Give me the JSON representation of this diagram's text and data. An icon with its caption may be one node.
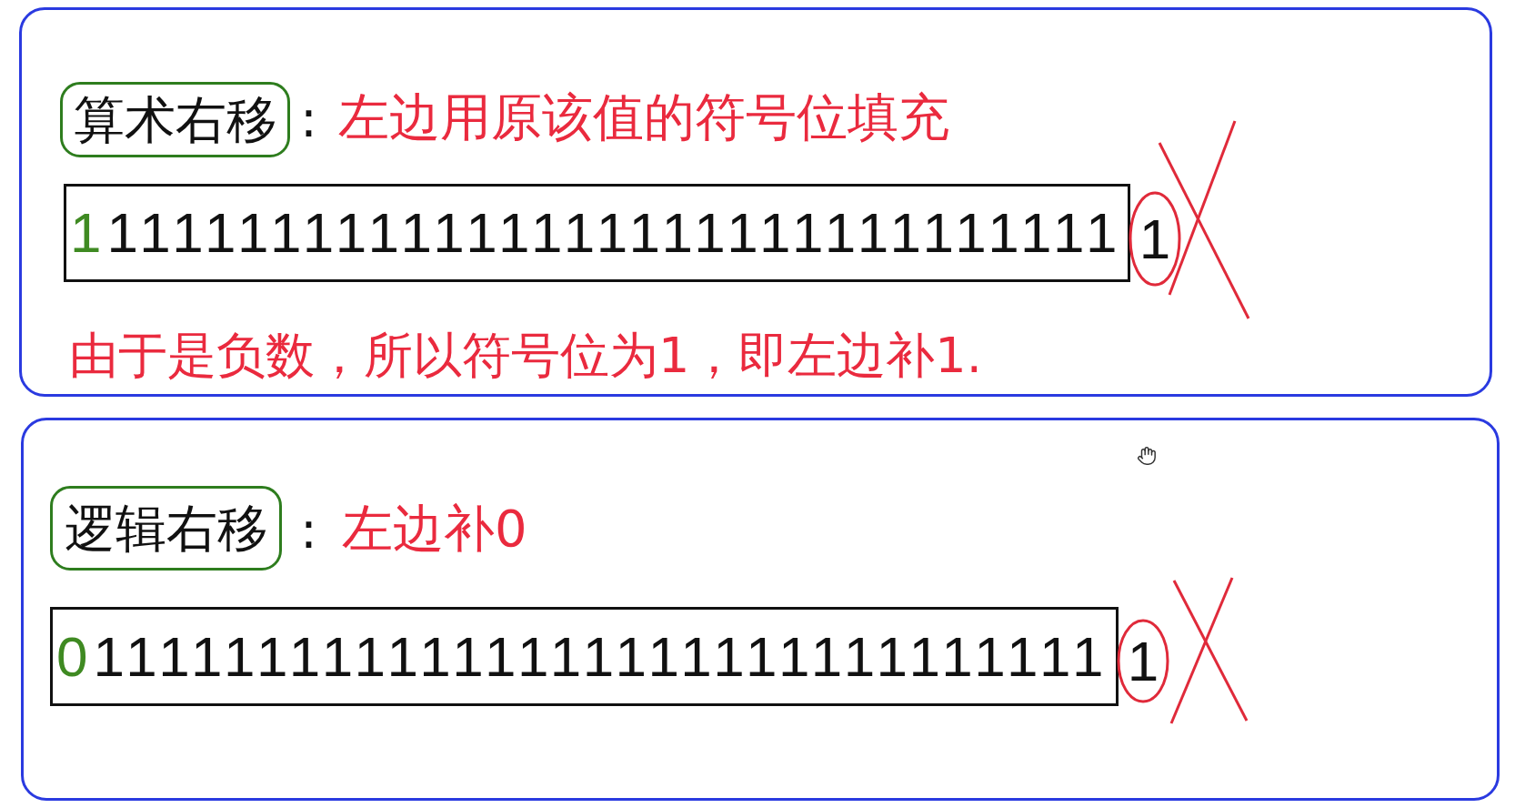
{
  "diagram": {
    "nodes": [
      {
        "text": [],
        "shape": "box"
      },
      {
        "text": [
          "算术右移"
        ],
        "in": 0
      },
      {
        "text": [
          "1",
          "1111111111111111111111111111111"
        ],
        "in": 0
      },
      {
        "text": [
          "1"
        ],
        "in": 0
      },
      {
        "text": [],
        "shape": "box"
      },
      {
        "text": [
          "逻辑右移"
        ],
        "in": 4
      },
      {
        "text": [
          "0",
          "1111111111111111111111111111111"
        ],
        "in": 4
      },
      {
        "text": [
          "1"
        ],
        "in": 4
      }
    ],
    "edges": [],
    "labels": [
      ":",
      "左边用原该值的符号位填充",
      "由于是负数，所以符号位为1，即左边补1.",
      ":",
      "左边补0"
    ]
  }
}
